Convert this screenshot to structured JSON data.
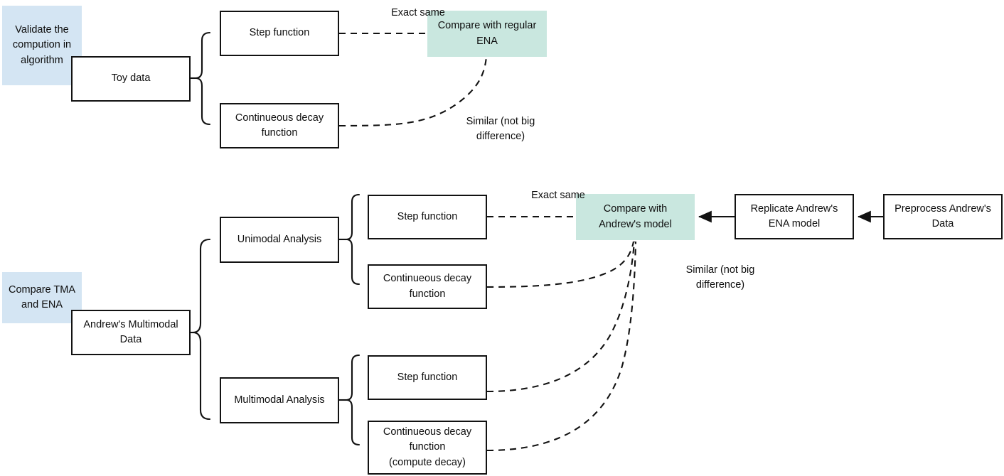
{
  "diagram": {
    "title": "Research plan flowchart: Validate computation in algorithm and Compare TMA and ENA",
    "colors": {
      "tag_blue": "#d4e5f3",
      "tag_green": "#c9e7df",
      "stroke": "#121212",
      "background": "#ffffff"
    },
    "section_top": {
      "tag": "Validate the\ncompution in\nalgorithm",
      "source": "Toy data",
      "branches": [
        "Step function",
        "Continueous decay\nfunction"
      ],
      "result": "Compare with regular\nENA",
      "edge_labels": {
        "step": "Exact same",
        "decay": "Similar (not big\ndifference)"
      }
    },
    "section_bottom": {
      "tag": "Compare TMA\nand ENA",
      "source": "Andrew's Multimodal\nData",
      "analyses": [
        {
          "name": "Unimodal Analysis",
          "branches": [
            "Step function",
            "Continueous decay\nfunction"
          ]
        },
        {
          "name": "Multimodal Analysis",
          "branches": [
            "Step function",
            "Continueous decay\nfunction\n(compute decay)"
          ]
        }
      ],
      "result": "Compare with\nAndrew's model",
      "pipeline": [
        "Replicate Andrew's\nENA model",
        "Preprocess Andrew's\nData"
      ],
      "edge_labels": {
        "step": "Exact same",
        "similar": "Similar (not big\ndifference)"
      }
    }
  }
}
